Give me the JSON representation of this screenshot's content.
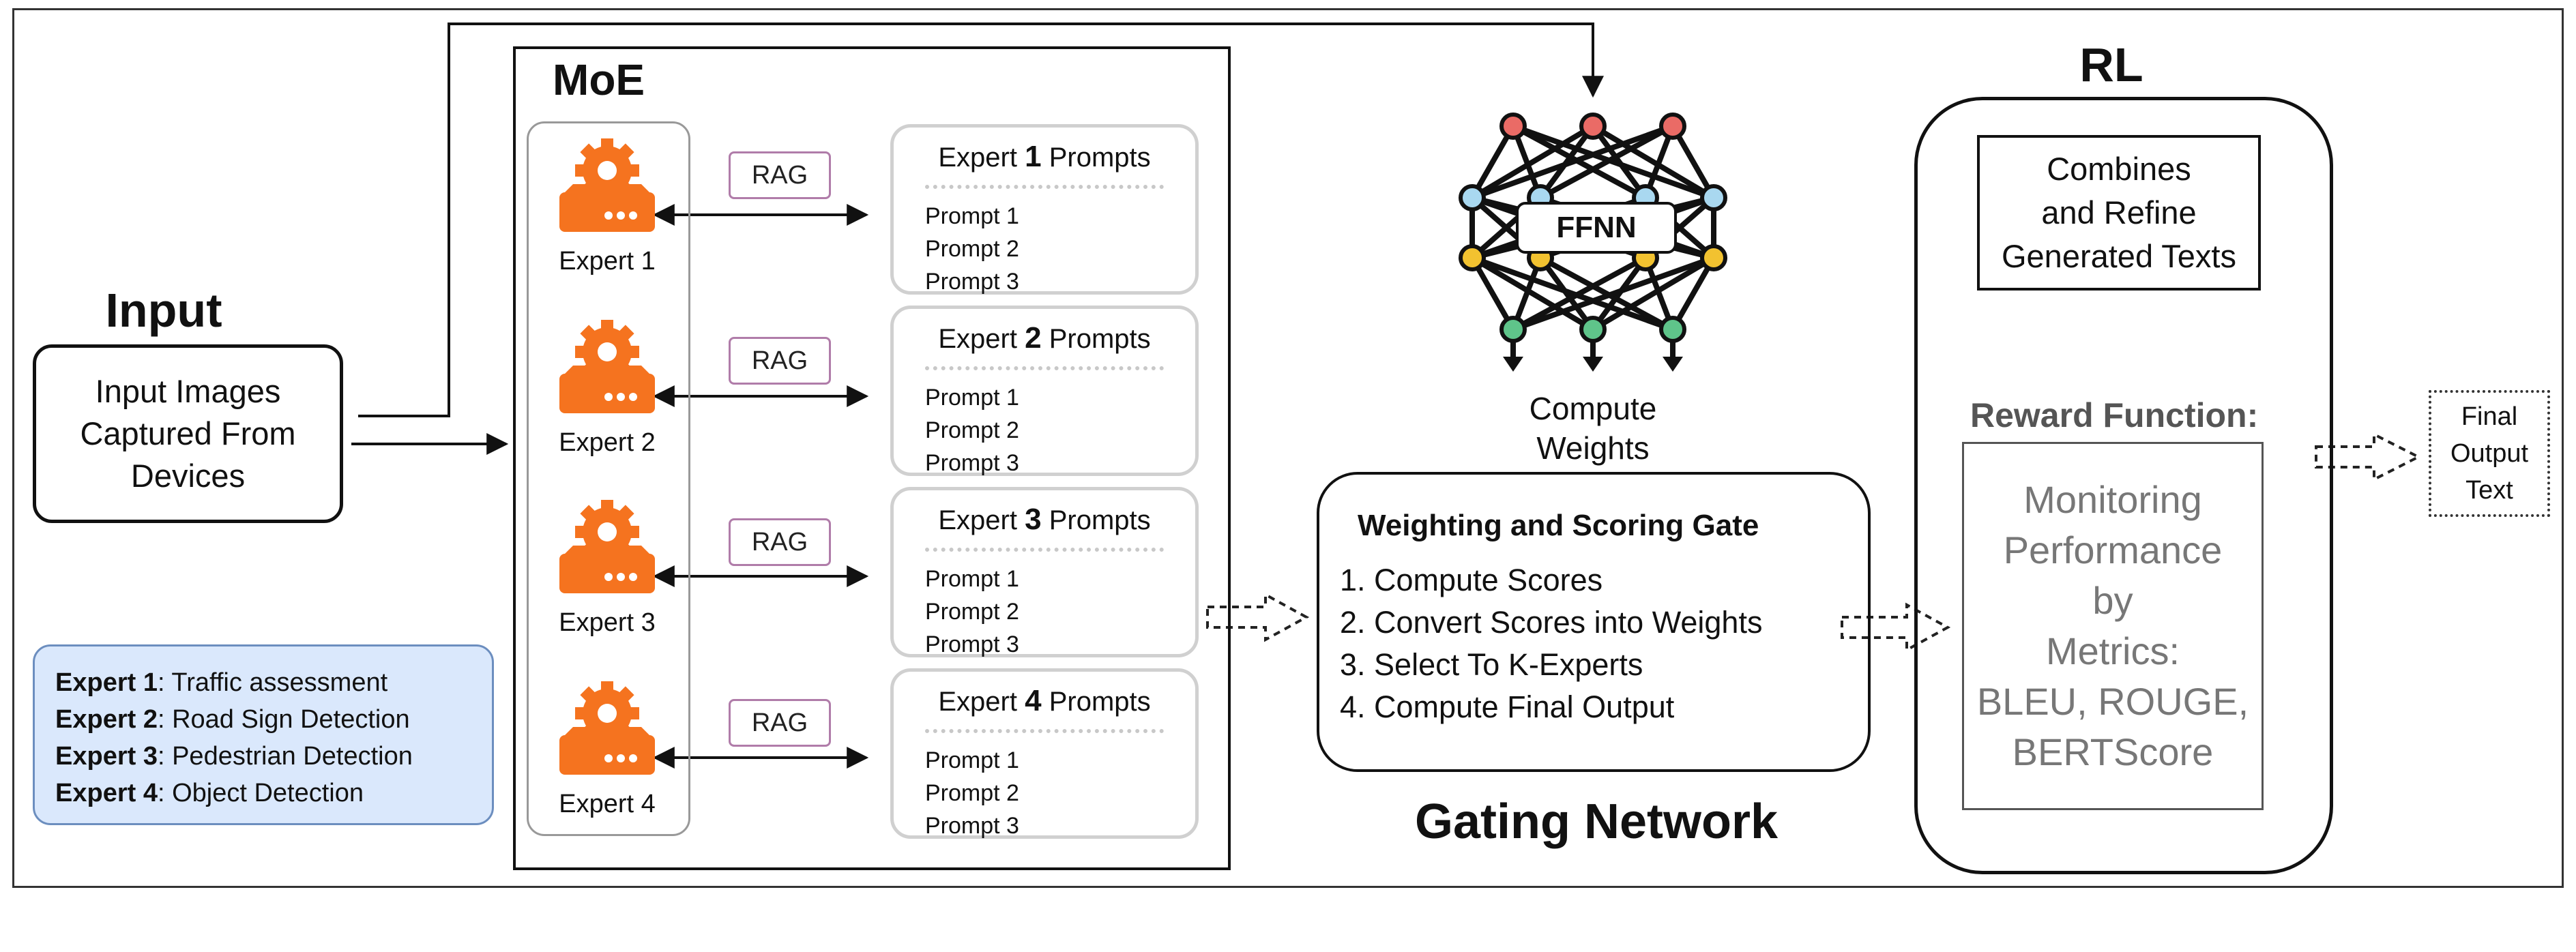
{
  "input": {
    "heading": "Input",
    "box_lines": [
      "Input Images",
      "Captured From",
      "Devices"
    ]
  },
  "moe": {
    "heading": "MoE",
    "experts": [
      {
        "label": "Expert 1",
        "rag": "RAG",
        "prompt_title_pre": "Expert ",
        "prompt_title_num": "1",
        "prompt_title_post": " Prompts",
        "prompts": [
          "Prompt 1",
          "Prompt 2",
          "Prompt 3"
        ]
      },
      {
        "label": "Expert 2",
        "rag": "RAG",
        "prompt_title_pre": "Expert ",
        "prompt_title_num": "2",
        "prompt_title_post": " Prompts",
        "prompts": [
          "Prompt 1",
          "Prompt 2",
          "Prompt 3"
        ]
      },
      {
        "label": "Expert 3",
        "rag": "RAG",
        "prompt_title_pre": "Expert ",
        "prompt_title_num": "3",
        "prompt_title_post": " Prompts",
        "prompts": [
          "Prompt 1",
          "Prompt 2",
          "Prompt 3"
        ]
      },
      {
        "label": "Expert 4",
        "rag": "RAG",
        "prompt_title_pre": "Expert ",
        "prompt_title_num": "4",
        "prompt_title_post": " Prompts",
        "prompts": [
          "Prompt 1",
          "Prompt 2",
          "Prompt 3"
        ]
      }
    ]
  },
  "legend": [
    {
      "key": "Expert 1",
      "desc": ": Traffic assessment"
    },
    {
      "key": "Expert 2",
      "desc": ": Road Sign Detection"
    },
    {
      "key": "Expert 3",
      "desc": ": Pedestrian Detection"
    },
    {
      "key": "Expert 4",
      "desc": ": Object Detection"
    }
  ],
  "gating": {
    "ffnn_label": "FFNN",
    "compute_weights": [
      "Compute",
      "Weights"
    ],
    "gate_title": "Weighting and Scoring Gate",
    "gate_steps": [
      "1. Compute Scores",
      "2. Convert Scores into Weights",
      "3. Select To K-Experts",
      "4. Compute Final Output"
    ],
    "heading": "Gating Network"
  },
  "rl": {
    "heading": "RL",
    "combine_lines": [
      "Combines",
      "and Refine",
      "Generated Texts"
    ],
    "reward_title": "Reward Function:",
    "monitor_lines": [
      "Monitoring",
      "Performance",
      "by",
      "Metrics:",
      "BLEU, ROUGE,",
      "BERTScore"
    ]
  },
  "output": {
    "lines": [
      "Final",
      "Output",
      "Text"
    ]
  },
  "colors": {
    "expert_icon": "#f5731f",
    "legend_bg": "#dae8fc",
    "legend_border": "#6c8ebf",
    "rag_border": "#b07ca9",
    "node_red": "#ea6b66",
    "node_blue": "#a9d8f0",
    "node_yellow": "#f2c230",
    "node_green": "#5fc48a",
    "monitor_text": "#777777"
  }
}
